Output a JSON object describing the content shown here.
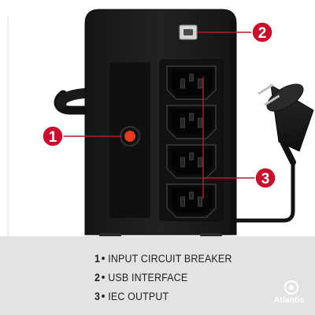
{
  "callouts": [
    {
      "number": "1",
      "meaning": "INPUT CIRCUIT BREAKER"
    },
    {
      "number": "2",
      "meaning": "USB INTERFACE"
    },
    {
      "number": "3",
      "meaning": "IEC OUTPUT"
    }
  ],
  "legend": [
    {
      "number": "1",
      "text": "INPUT CIRCUIT BREAKER"
    },
    {
      "number": "2",
      "text": "USB INTERFACE"
    },
    {
      "number": "3",
      "text": "IEC OUTPUT"
    }
  ],
  "brand": {
    "name": "Atlantis"
  },
  "colors": {
    "callout_red": "#c8102e",
    "device_body": "#1a1a1a",
    "legend_bg": "#e3e3e3",
    "breaker_red": "#e53a1e"
  },
  "outlets": {
    "count": 4
  }
}
